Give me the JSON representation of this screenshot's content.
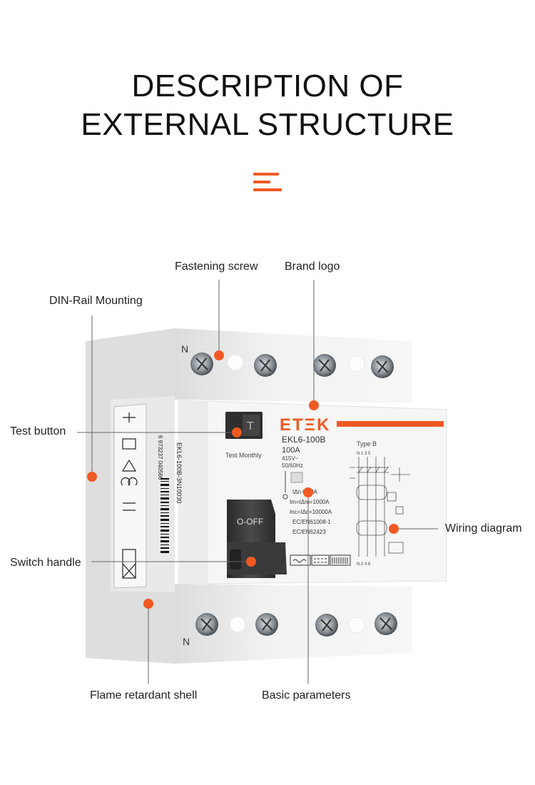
{
  "header": {
    "title_line1": "DESCRIPTION OF",
    "title_line2": "EXTERNAL STRUCTURE"
  },
  "accent_color": "#f05a22",
  "callouts": {
    "fastening_screw": "Fastening screw",
    "brand_logo": "Brand logo",
    "din_rail": "DIN-Rail Mounting",
    "test_button": "Test button",
    "switch_handle": "Switch handle",
    "wiring_diagram": "Wiring diagram",
    "flame_shell": "Flame retardant shell",
    "basic_params": "Basic parameters"
  },
  "device": {
    "brand": "ETΞK",
    "model": "EKL6-100B",
    "current": "100A",
    "voltage": "415V~",
    "frequency": "50/60Hz",
    "test_button_letter": "T",
    "test_label": "Test Monthly",
    "handle_label": "O-OFF",
    "terminal_label": "N",
    "side_model": "EKL6-100B-3N10030",
    "barcode_digits": "6 973237 040566",
    "type_label": "Type B",
    "params": [
      "IΔn 0.03A",
      "Im=IΔm=1000A",
      "Inc=IΔc=10000A",
      "EC/EN61008-1",
      "EC/EN62423"
    ],
    "diagram_top": "N 1 3 5",
    "diagram_bottom": "N 2 4 6"
  }
}
